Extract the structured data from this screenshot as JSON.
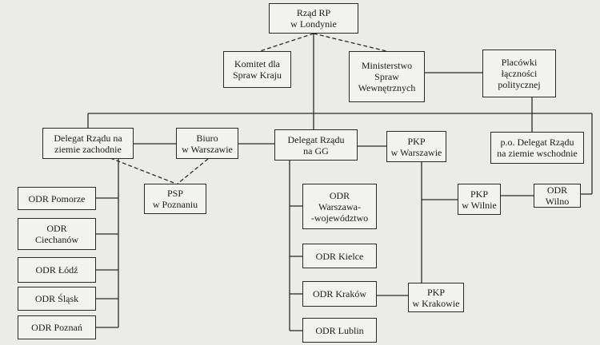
{
  "nodes": {
    "rzad": "Rząd RP\nw Londynie",
    "komitet": "Komitet dla\nSpraw Kraju",
    "msw": "Ministerstwo\nSpraw\nWewnętrznych",
    "placowki": "Placówki\nłączności\npolitycznej",
    "delegat_zachod": "Delegat Rządu na\nziemie zachodnie",
    "biuro": "Biuro\nw Warszawie",
    "delegat_gg": "Delegat Rządu\nna GG",
    "pkp_warszawa": "PKP\nw Warszawie",
    "delegat_wschod": "p.o. Delegat Rządu\nna ziemie wschodnie",
    "odr_pomorze": "ODR Pomorze",
    "odr_ciechanow": "ODR\nCiechanów",
    "odr_lodz": "ODR Łódź",
    "odr_slask": "ODR Śląsk",
    "odr_poznan": "ODR Poznań",
    "psp": "PSP\nw Poznaniu",
    "odr_warszawa": "ODR\nWarszawa-\n-województwo",
    "odr_kielce": "ODR Kielce",
    "odr_krakow": "ODR Kraków",
    "odr_lublin": "ODR Lublin",
    "pkp_wilno": "PKP\nw Wilnie",
    "odr_wilno": "ODR Wilno",
    "pkp_krakow": "PKP\nw Krakowie"
  }
}
